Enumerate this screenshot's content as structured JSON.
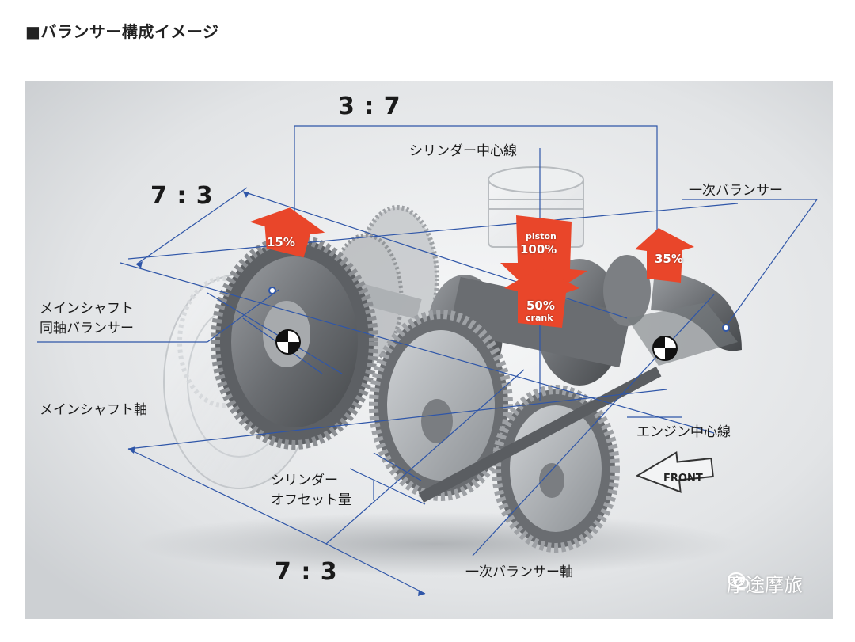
{
  "heading": "■バランサー構成イメージ",
  "ratios": {
    "top": "3 : 7",
    "left": "7 : 3",
    "bottom": "7 : 3"
  },
  "labels": {
    "cylinder_center": "シリンダー中心線",
    "primary_balancer": "一次バランサー",
    "main_shaft_balancer_line1": "メインシャフト",
    "main_shaft_balancer_line2": "同軸バランサー",
    "main_shaft_axis": "メインシャフト軸",
    "engine_center": "エンジン中心線",
    "cylinder_offset_line1": "シリンダー",
    "cylinder_offset_line2": "オフセット量",
    "primary_balancer_axis": "一次バランサー軸"
  },
  "percentages": {
    "p15": "15%",
    "piston_label": "piston",
    "piston_value": "100%",
    "crank_value": "50%",
    "crank_label": "crank",
    "p35": "35%"
  },
  "front_label": "FRONT",
  "watermark": "摩途摩旅",
  "colors": {
    "arrow": "#e9462a",
    "line": "#2f56a8",
    "background": "#e6e8ea"
  }
}
